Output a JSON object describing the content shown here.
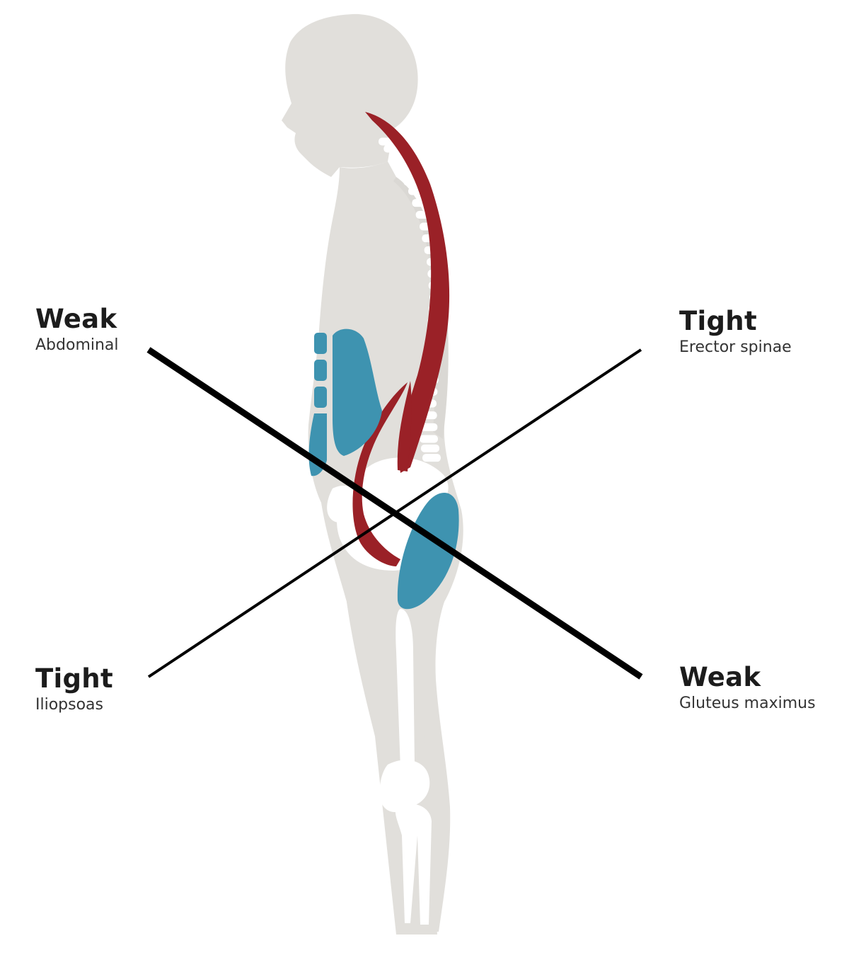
{
  "labels": {
    "top_left": {
      "state": "Weak",
      "muscle": "Abdominal"
    },
    "top_right": {
      "state": "Tight",
      "muscle": "Erector spinae"
    },
    "bottom_left": {
      "state": "Tight",
      "muscle": "Iliopsoas"
    },
    "bottom_right": {
      "state": "Weak",
      "muscle": "Gluteus maximus"
    }
  },
  "colors": {
    "body": "#e1dfdb",
    "body_shadow": "#d2d0cb",
    "bone": "#ffffff",
    "tight_muscle": "#9a2127",
    "weak_muscle": "#3e93b0",
    "line": "#000000"
  }
}
